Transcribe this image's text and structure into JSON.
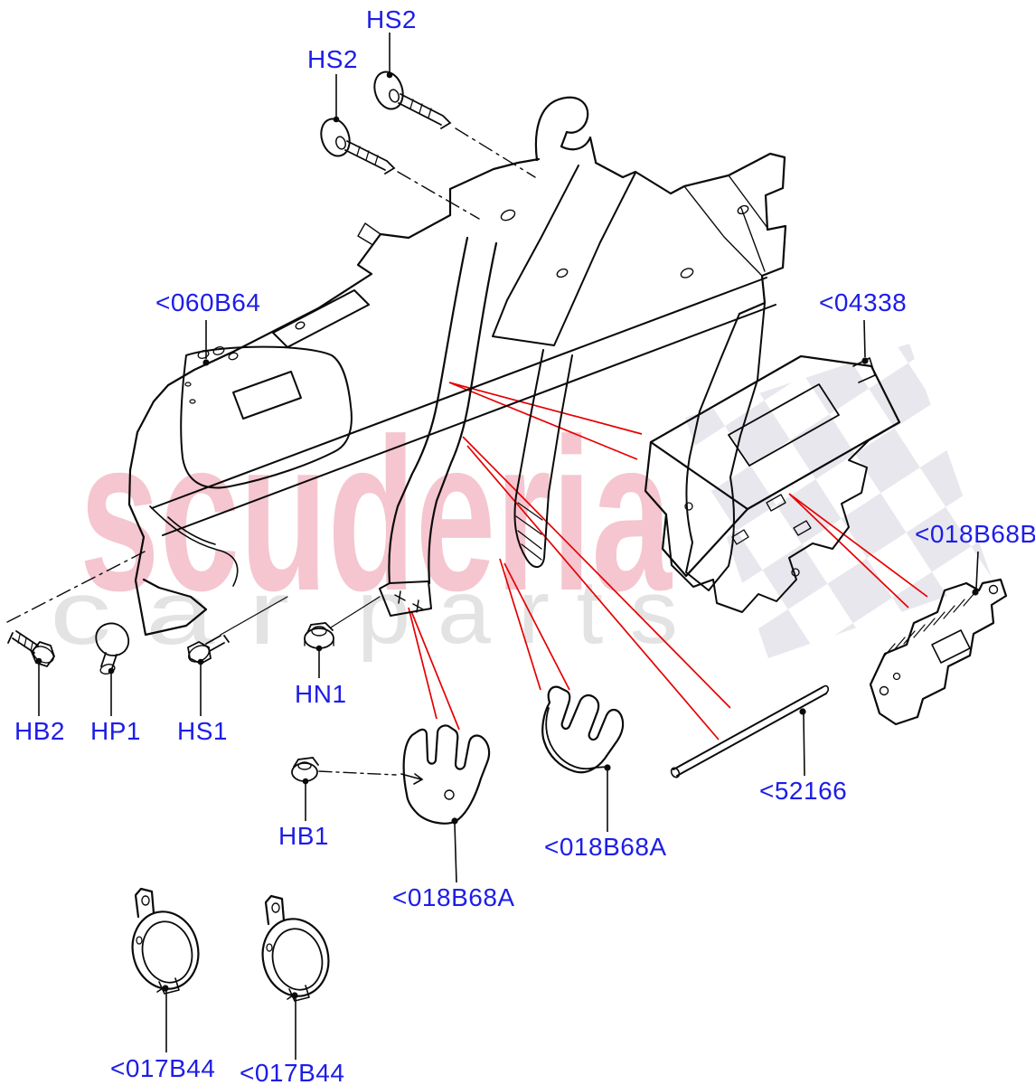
{
  "diagram": {
    "description": "Instrument panel exploded parts diagram",
    "watermark": {
      "brand": "scuderia",
      "row2_left": "c a r",
      "row2_right": "p a r t s"
    },
    "colors": {
      "label_blue": "#1d1de8",
      "pointer_red": "#e60000",
      "line_black": "#0a0a0a",
      "watermark_pink": "#f5c6d0",
      "watermark_gray": "#e3e3e3",
      "checker_gray": "#e3e3ea"
    },
    "labels": [
      {
        "id": "hs2-upper-screw",
        "text": "HS2"
      },
      {
        "id": "hs2-lower-screw",
        "text": "HS2"
      },
      {
        "id": "part-060b64",
        "text": "<060B64"
      },
      {
        "id": "part-04338",
        "text": "<04338"
      },
      {
        "id": "part-018b68b",
        "text": "<018B68B"
      },
      {
        "id": "hb2-bolt",
        "text": "HB2"
      },
      {
        "id": "hp1-pin",
        "text": "HP1"
      },
      {
        "id": "hs1-screw",
        "text": "HS1"
      },
      {
        "id": "hn1-nut",
        "text": "HN1"
      },
      {
        "id": "hb1-nut",
        "text": "HB1"
      },
      {
        "id": "part-018b68a-left",
        "text": "<018B68A"
      },
      {
        "id": "part-018b68a-right",
        "text": "<018B68A"
      },
      {
        "id": "part-52166",
        "text": "<52166"
      },
      {
        "id": "part-017b44-left",
        "text": "<017B44"
      },
      {
        "id": "part-017b44-right",
        "text": "<017B44"
      }
    ]
  }
}
